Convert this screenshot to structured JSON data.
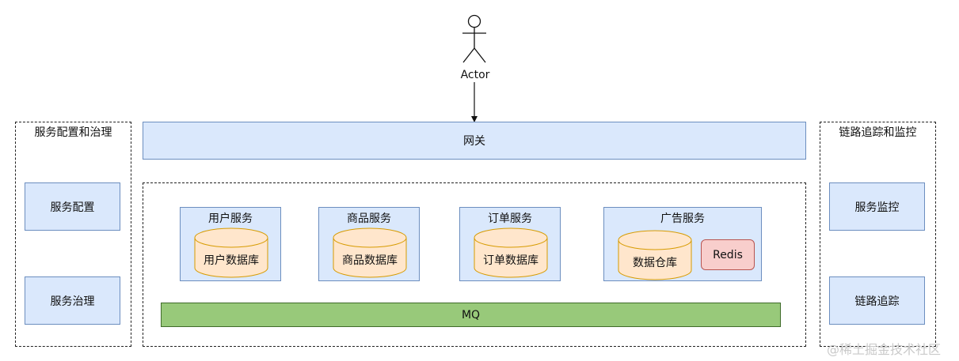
{
  "actor": {
    "label": "Actor"
  },
  "gateway": {
    "label": "网关"
  },
  "left_panel": {
    "title": "服务配置和治理",
    "items": [
      {
        "label": "服务配置"
      },
      {
        "label": "服务治理"
      }
    ]
  },
  "right_panel": {
    "title": "链路追踪和监控",
    "items": [
      {
        "label": "服务监控"
      },
      {
        "label": "链路追踪"
      }
    ]
  },
  "services": [
    {
      "title": "用户服务",
      "db": "用户数据库"
    },
    {
      "title": "商品服务",
      "db": "商品数据库"
    },
    {
      "title": "订单服务",
      "db": "订单数据库"
    },
    {
      "title": "广告服务",
      "db": "数据仓库",
      "cache": "Redis"
    }
  ],
  "mq": {
    "label": "MQ"
  },
  "watermark": "@稀土掘金技术社区",
  "colors": {
    "blue_fill": "#dae8fc",
    "blue_stroke": "#6c8ebf",
    "db_fill": "#ffe6cc",
    "db_stroke": "#d79b00",
    "redis_fill": "#f8cecc",
    "redis_stroke": "#b85450",
    "mq_fill": "#98c97a",
    "mq_stroke": "#3f6b2a"
  }
}
